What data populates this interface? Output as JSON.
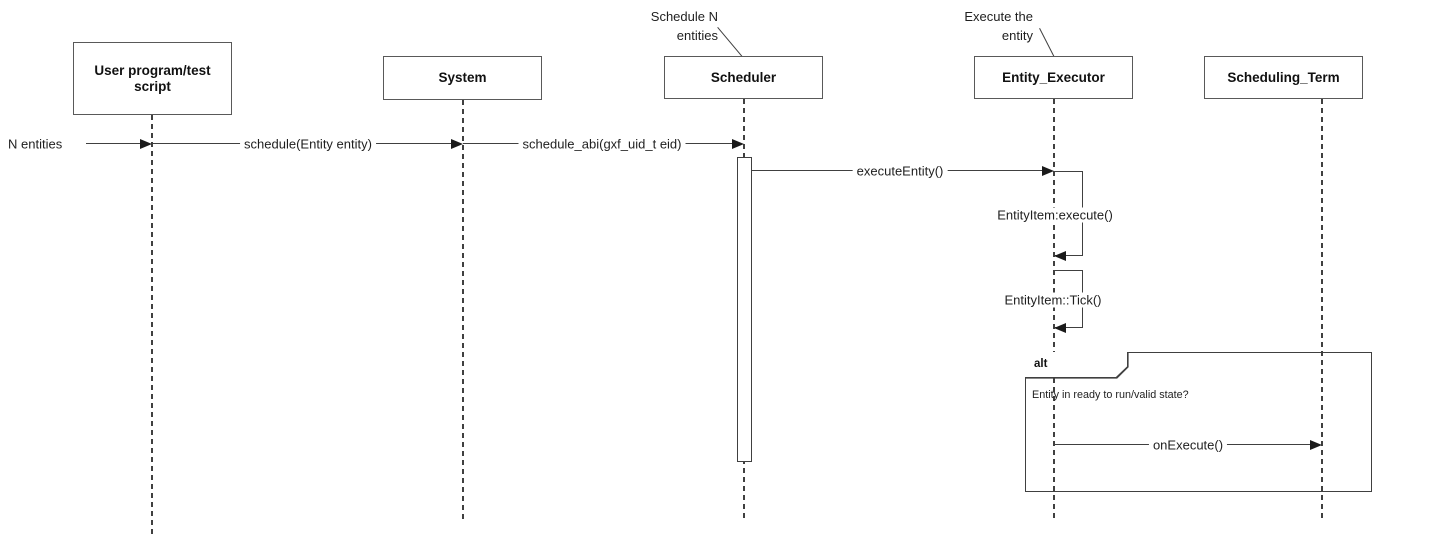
{
  "colors": {
    "background": "#ffffff",
    "box_border": "#595959",
    "line": "#404040",
    "arrow": "#1a1a1a",
    "text": "#1f1f1f"
  },
  "lifelines": [
    {
      "label": "User program/test script"
    },
    {
      "label": "System"
    },
    {
      "label": "Scheduler"
    },
    {
      "label": "Entity_Executor"
    },
    {
      "label": "Scheduling_Term"
    }
  ],
  "annotations": [
    {
      "text": "Schedule N\nentities"
    },
    {
      "text": "Execute the\nentity"
    }
  ],
  "messages": [
    {
      "label": "N entities"
    },
    {
      "label": "schedule(Entity entity)"
    },
    {
      "label": "schedule_abi(gxf_uid_t eid)"
    },
    {
      "label": "executeEntity()"
    },
    {
      "label": "EntityItem:execute()"
    },
    {
      "label": "EntityItem::Tick()"
    },
    {
      "label": "onExecute()"
    }
  ],
  "fragment": {
    "operator": "alt",
    "guard": "Entity in ready to run/valid state?"
  }
}
